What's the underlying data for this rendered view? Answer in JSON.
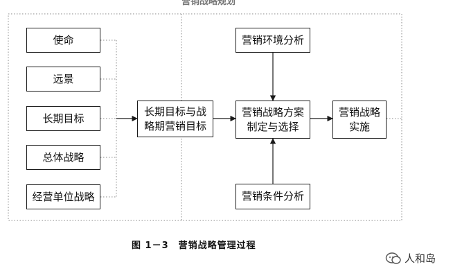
{
  "top_fragment": "营销战略规划",
  "inputs": [
    "使命",
    "远景",
    "长期目标",
    "总体战略",
    "经营单位战略"
  ],
  "middle_box": {
    "line1": "长期目标与战",
    "line2": "略期营销目标"
  },
  "env_box": "营销环境分析",
  "center_box": {
    "line1": "营销战略方案",
    "line2": "制定与选择"
  },
  "cond_box": "营销条件分析",
  "impl_box": {
    "line1": "营销战略",
    "line2": "实施"
  },
  "caption": {
    "number": "图 1－3",
    "title": "营销战略管理过程"
  },
  "watermark": "人和岛",
  "colors": {
    "line": "#1a1a1a",
    "dotted": "#888888"
  }
}
